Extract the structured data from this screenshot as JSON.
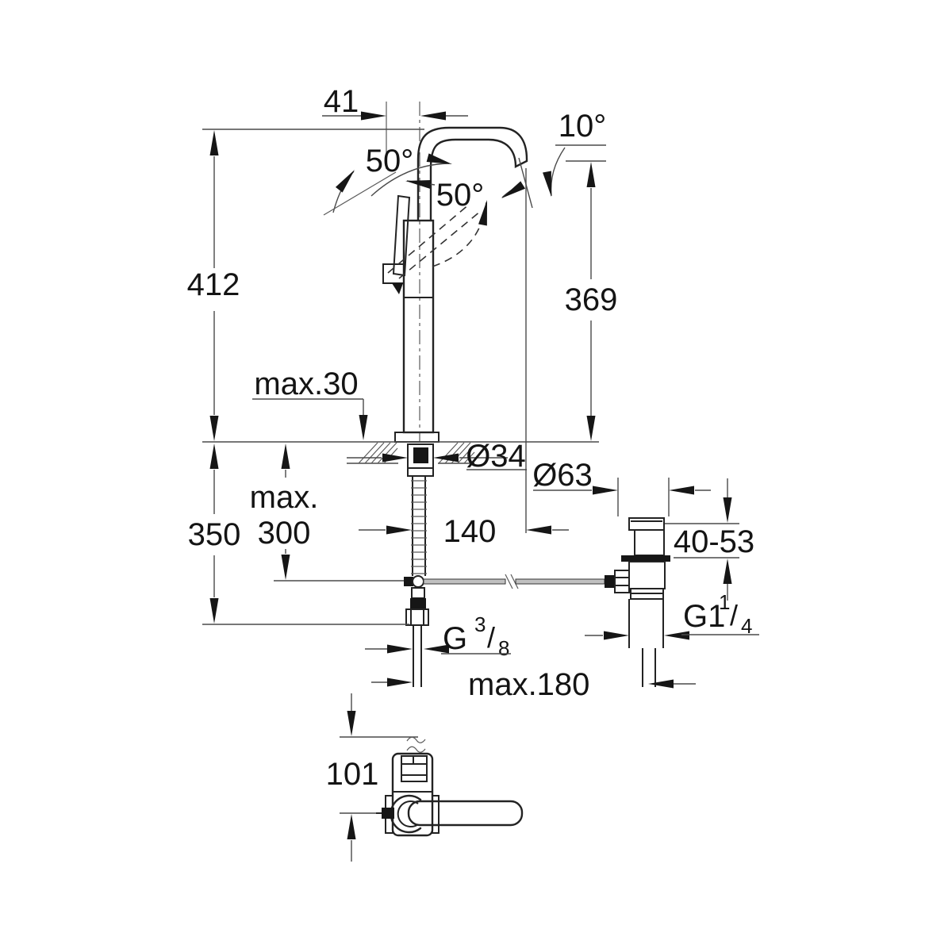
{
  "drawing": {
    "title_hint": "faucet-installation-dimension-diagram",
    "labels": {
      "dim_41": "41",
      "angle_10": "10°",
      "angle_50_left": "50°",
      "angle_50_right": "50°",
      "dim_412": "412",
      "dim_369": "369",
      "dim_max30": "max.30",
      "dia_34": "Ø34",
      "dia_63": "Ø63",
      "dim_max": "max.",
      "dim_300": "300",
      "dim_350": "350",
      "dim_140": "140",
      "dim_40_53": "40-53",
      "supply_thread_g": "G",
      "supply_thread_num": "3",
      "supply_thread_slash": "/",
      "supply_thread_den": "8",
      "drain_thread_g": "G1",
      "drain_thread_num": "1",
      "drain_thread_slash": "/",
      "drain_thread_den": "4",
      "dim_max180": "max.180",
      "dim_101": "101"
    },
    "colors": {
      "background": "#ffffff",
      "line": "#232323",
      "thin_line": "#4a4a4a",
      "text": "#141414",
      "rod_fill": "#c0c0c0"
    }
  }
}
